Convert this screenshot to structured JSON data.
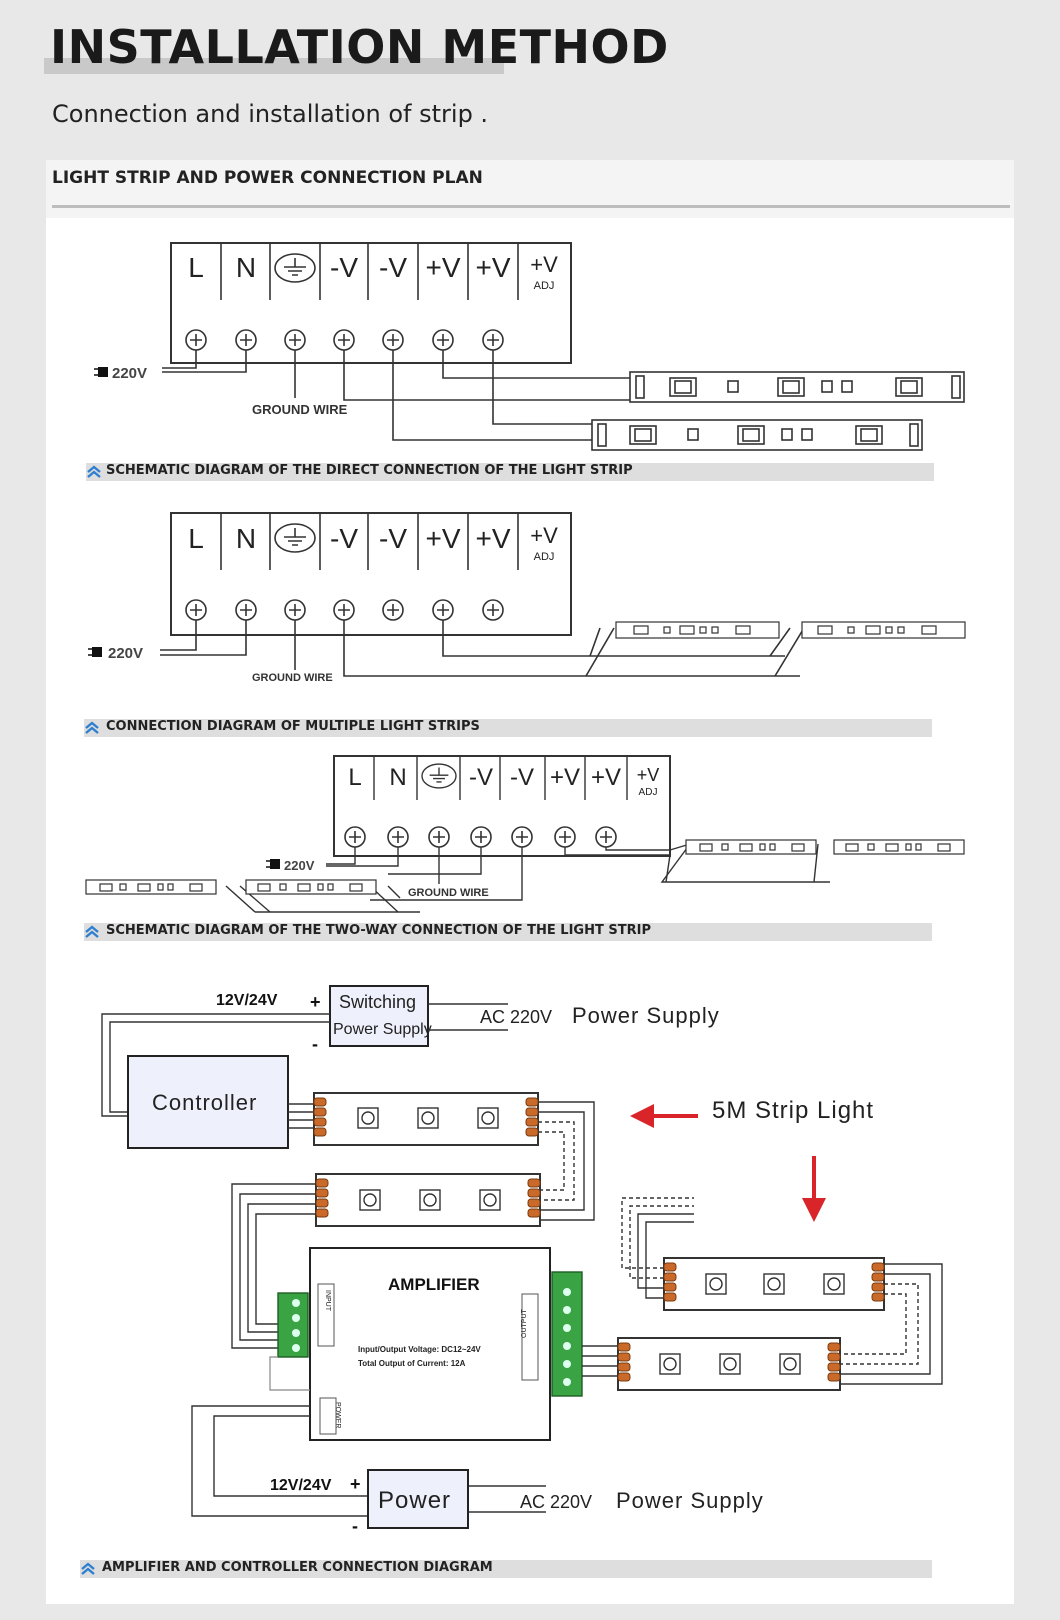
{
  "header": {
    "title": "INSTALLATION METHOD",
    "subtitle": "Connection and installation of strip ."
  },
  "panel": {
    "title": "LIGHT STRIP AND POWER CONNECTION PLAN"
  },
  "terminals": {
    "labels": [
      "L",
      "N",
      "",
      "-V",
      "-V",
      "+V",
      "+V",
      "+V"
    ],
    "adj": "ADJ"
  },
  "diagram1": {
    "input": "220V",
    "ground": "GROUND WIRE",
    "caption": "SCHEMATIC DIAGRAM OF THE DIRECT CONNECTION OF THE LIGHT STRIP"
  },
  "diagram2": {
    "input": "220V",
    "ground": "GROUND WIRE",
    "caption": "CONNECTION DIAGRAM OF MULTIPLE LIGHT STRIPS"
  },
  "diagram3": {
    "input": "220V",
    "ground": "GROUND WIRE",
    "caption": "SCHEMATIC DIAGRAM OF THE TWO-WAY CONNECTION OF THE LIGHT STRIP"
  },
  "diagram4": {
    "voltage_top": "12V/24V",
    "plus_top": "+",
    "minus_top": "-",
    "switching_line1": "Switching",
    "switching_line2": "Power Supply",
    "ac_top": "AC 220V",
    "power_supply_top": "Power Supply",
    "controller": "Controller",
    "strip_label": "5M Strip Light",
    "amplifier": "AMPLIFIER",
    "amp_spec1": "Input/Output Voltage: DC12~24V",
    "amp_spec2": "Total Output of Current: 12A",
    "input_label": "INPUT",
    "output_label": "OUTPUT",
    "power_label": "POWER",
    "voltage_bottom": "12V/24V",
    "plus_bottom": "+",
    "minus_bottom": "-",
    "power_box": "Power",
    "ac_bottom": "AC 220V",
    "power_supply_bottom": "Power Supply",
    "caption": "AMPLIFIER AND CONTROLLER CONNECTION DIAGRAM"
  },
  "colors": {
    "arrow": "#d9242a",
    "connector_green": "#3aa344",
    "strip_pad": "#c96a2a",
    "controller_fill": "#eef0fb"
  }
}
